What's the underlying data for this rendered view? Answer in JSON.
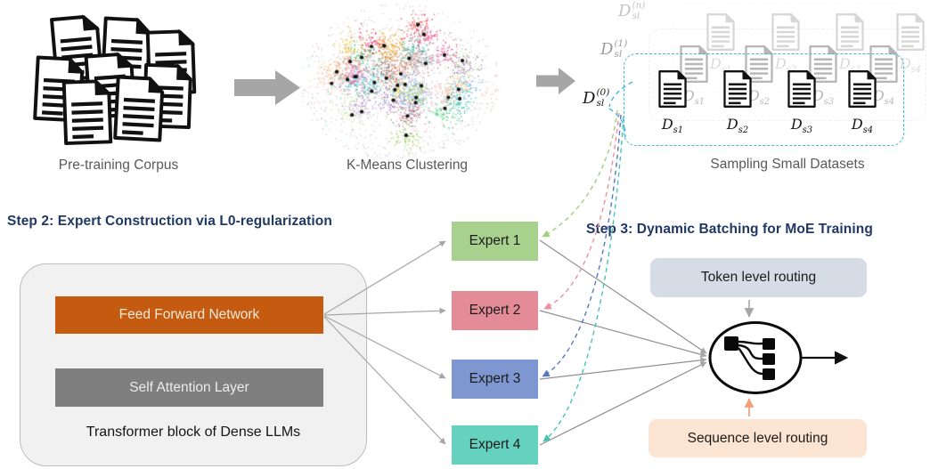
{
  "title_row": {
    "corpus_caption": "Pre-training Corpus",
    "clustering_caption": "K-Means Clustering",
    "sampling_caption": "Sampling Small Datasets"
  },
  "sampling": {
    "layer_labels": [
      {
        "base": "D",
        "sub": "sl",
        "sup": "(0)"
      },
      {
        "base": "D",
        "sub": "sl",
        "sup": "(1)"
      },
      {
        "base": "D",
        "sub": "sl",
        "sup": "(n)"
      }
    ],
    "datasets": [
      {
        "base": "D",
        "sub": "s1"
      },
      {
        "base": "D",
        "sub": "s2"
      },
      {
        "base": "D",
        "sub": "s3"
      },
      {
        "base": "D",
        "sub": "s4"
      }
    ]
  },
  "step2": {
    "title": "Step 2: Expert Construction via L0-regularization",
    "ffn_label": "Feed Forward Network",
    "attention_label": "Self Attention Layer",
    "block_caption": "Transformer block of Dense LLMs"
  },
  "step3": {
    "title": "Step 3: Dynamic Batching for MoE Training",
    "token_label": "Token level routing",
    "sequence_label": "Sequence level routing"
  },
  "experts": [
    {
      "label": "Expert 1",
      "color": "#a9d18e",
      "curve_color": "#a3cf7e"
    },
    {
      "label": "Expert 2",
      "color": "#e48b98",
      "curve_color": "#ef8fa2"
    },
    {
      "label": "Expert 3",
      "color": "#7e97d0",
      "curve_color": "#5577c9"
    },
    {
      "label": "Expert 4",
      "color": "#65d2c0",
      "curve_color": "#45c4b3"
    }
  ],
  "colors": {
    "step_title": "#1f3864",
    "ffn_fill": "#c55a11",
    "attention_fill": "#7f7f7f",
    "block_fill": "#f1f1f1",
    "block_border": "#bdbdbd",
    "token_fill": "#d6dce5",
    "sequence_fill": "#fce4d3",
    "caption_text": "#595959",
    "arrow_gray": "#a6a6a6",
    "dataset_border": "#3fb9d8",
    "sequence_arrow": "#f0a17b"
  },
  "scatter": {
    "palette": [
      "#e74c3c",
      "#f39c12",
      "#e6c229",
      "#8bd14b",
      "#2ecc71",
      "#1abc9c",
      "#27cfd6",
      "#5dade2",
      "#9b59b6",
      "#c39bd3",
      "#e91e63",
      "#f78fb3",
      "#f5b7b1",
      "#a6acaf",
      "#8d6e63",
      "#d98880",
      "#85c1e9",
      "#f8c471",
      "#b8e994",
      "#e84393",
      "#7f8c8d"
    ],
    "centroid_color": "#111111"
  }
}
